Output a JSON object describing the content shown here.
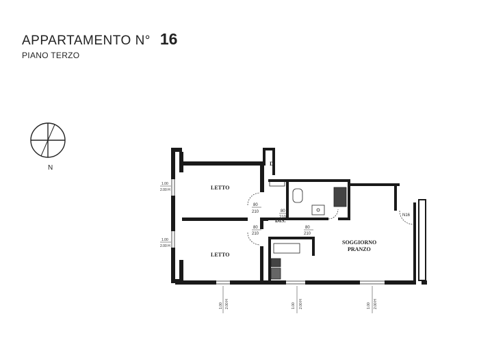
{
  "header": {
    "title": "APPARTAMENTO N°",
    "number": "16",
    "subtitle": "PIANO TERZO"
  },
  "compass": {
    "north_label": "N"
  },
  "rooms": {
    "letto_1": "LETTO",
    "letto_2": "LETTO",
    "dis": "DIS.",
    "soggiorno_line1": "SOGGIORNO",
    "soggiorno_line2": "PRANZO",
    "d": "D",
    "n16": "N16"
  },
  "doors": {
    "d1_w": "80",
    "d1_h": "210",
    "d2_w": "80",
    "d2_h": "210",
    "d3_w": "80",
    "d3_h": "210",
    "d4_w": "80",
    "d4_h": "210"
  },
  "windows": {
    "w1_a": "1.00",
    "w1_b": "2.00 H",
    "w2_a": "1.00",
    "w2_b": "2.00 H",
    "w3_a": "1.00",
    "w3_b": "2.00 H",
    "w4_a": "1.00",
    "w4_b": "2.00 H",
    "w5_a": "1.00",
    "w5_b": "2.00 H"
  },
  "colors": {
    "wall": "#1a1a1a",
    "line": "#222222"
  }
}
